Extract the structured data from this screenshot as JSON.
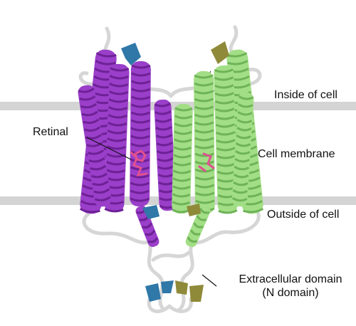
{
  "labels": {
    "inside": "Inside of cell",
    "membrane": "Cell membrane",
    "outside": "Outside of cell",
    "retinal": "Retinal",
    "extracellular_line1": "Extracellular domain",
    "extracellular_line2": "(N domain)"
  },
  "colors": {
    "membrane_band": "#d4d4d4",
    "helix_left": "#9a3fc9",
    "helix_left_dark": "#6e2196",
    "helix_right": "#a2de86",
    "helix_right_dark": "#6fb357",
    "sheet_blue": "#2f78a8",
    "sheet_olive": "#8f8a3a",
    "loop": "#d9d9d9",
    "retinal": "#e0508f"
  }
}
